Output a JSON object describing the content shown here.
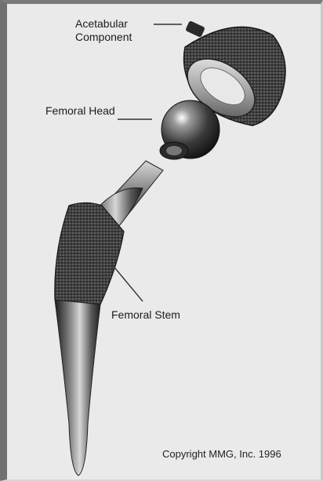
{
  "labels": {
    "acetabular_line1": "Acetabular",
    "acetabular_line2": "Component",
    "femoral_head": "Femoral Head",
    "femoral_stem": "Femoral Stem"
  },
  "copyright": "Copyright MMG, Inc. 1996",
  "colors": {
    "background": "#eaeaea",
    "frame": "#707070",
    "metal_dark": "#2a2a2a",
    "metal_light": "#d0d0d0",
    "porous_coating": "#3a3a3a"
  }
}
